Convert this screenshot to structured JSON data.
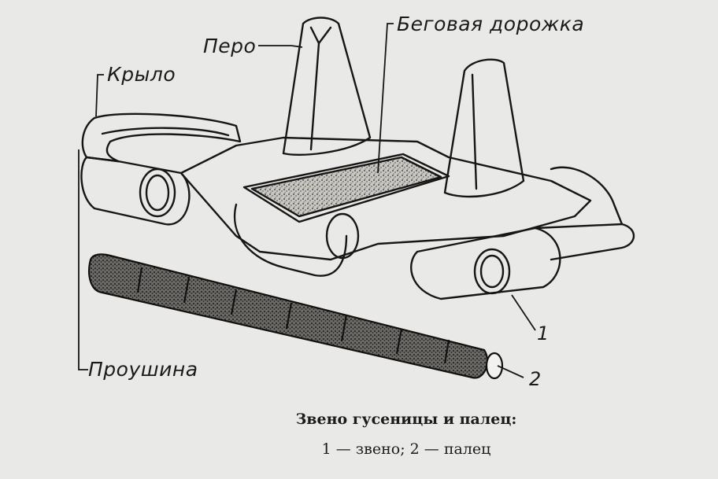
{
  "labels": {
    "pero": "Перо",
    "begovaya": "Беговая дорожка",
    "krylo": "Крыло",
    "proushina": "Проушина",
    "num1": "1",
    "num2": "2"
  },
  "caption": {
    "title": "Звено гусеницы и палец:",
    "legend": "1 — звено; 2 — палец"
  }
}
